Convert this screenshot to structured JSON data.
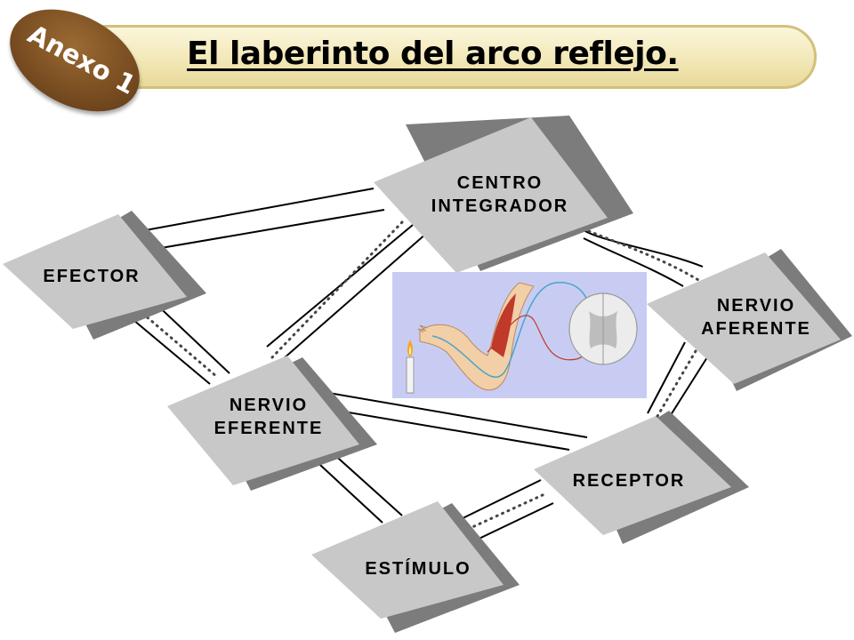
{
  "header": {
    "badge": "Anexo 1",
    "title": "El laberinto del arco reflejo."
  },
  "nodes": {
    "centro_integrador": [
      "CENTRO",
      "INTEGRADOR"
    ],
    "efector": [
      "EFECTOR"
    ],
    "nervio_aferente": [
      "NERVIO",
      "AFERENTE"
    ],
    "nervio_eferente": [
      "NERVIO",
      "EFERENTE"
    ],
    "receptor": [
      "RECEPTOR"
    ],
    "estimulo": [
      "ESTÍMULO"
    ]
  },
  "colors": {
    "tile": "#c8c8c8",
    "tile_shadow": "#7c7c7c",
    "panel": "#c9ccf2",
    "banner": "#f1e6b4",
    "badge": "#7a4e22"
  }
}
